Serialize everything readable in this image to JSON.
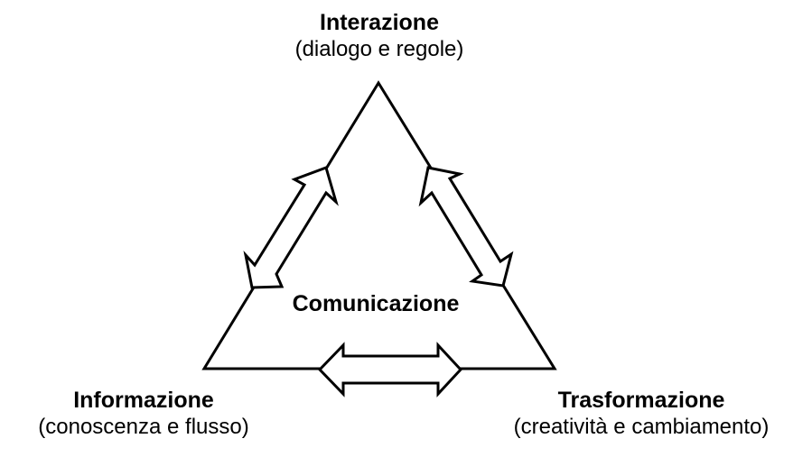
{
  "diagram": {
    "center_label": "Comunicazione",
    "nodes": [
      {
        "id": "top",
        "title": "Interazione",
        "subtitle": "(dialogo e regole)"
      },
      {
        "id": "left",
        "title": "Informazione",
        "subtitle": "(conoscenza e flusso)"
      },
      {
        "id": "right",
        "title": "Trasformazione",
        "subtitle": "(creatività e cambiamento)"
      }
    ],
    "edges": [
      {
        "from": "top",
        "to": "left",
        "type": "double-arrow"
      },
      {
        "from": "top",
        "to": "right",
        "type": "double-arrow"
      },
      {
        "from": "left",
        "to": "right",
        "type": "double-arrow"
      }
    ],
    "colors": {
      "stroke": "#000000",
      "fill": "#ffffff"
    }
  }
}
